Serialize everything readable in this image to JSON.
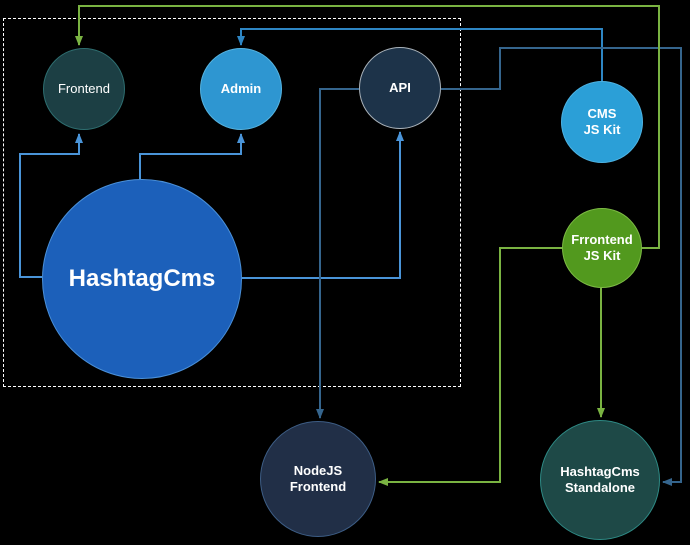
{
  "diagram": {
    "title": "HashtagCms architecture diagram",
    "background_color": "#000000",
    "boundary": {
      "style": "dashed",
      "color": "#ffffff"
    },
    "nodes": [
      {
        "id": "frontend",
        "label": "Frontend",
        "fill": "#1c3f44",
        "border": "#2e6e70",
        "text_color": "#ffffff"
      },
      {
        "id": "admin",
        "label": "Admin",
        "fill": "#2e96d1",
        "border": "#55b3e0",
        "text_color": "#ffffff"
      },
      {
        "id": "api",
        "label": "API",
        "fill": "#1d3349",
        "border": "#a9b2ba",
        "text_color": "#ffffff"
      },
      {
        "id": "cms-js-kit",
        "label": "CMS\nJS Kit",
        "fill": "#2b9fd7",
        "border": "#4db2e2",
        "text_color": "#ffffff"
      },
      {
        "id": "hashtagcms",
        "label": "HashtagCms",
        "fill": "#1c60ba",
        "border": "#4a90d9",
        "text_color": "#ffffff"
      },
      {
        "id": "frrontend-js-kit",
        "label": "Frrontend\nJS Kit",
        "fill": "#52991e",
        "border": "#7dbb45",
        "text_color": "#ffffff"
      },
      {
        "id": "nodejs-frontend",
        "label": "NodeJS\nFrontend",
        "fill": "#212f47",
        "border": "#3d5d85",
        "text_color": "#ffffff"
      },
      {
        "id": "hashtagcms-standalone",
        "label": "HashtagCms\nStandalone",
        "fill": "#1e4947",
        "border": "#2e8a85",
        "text_color": "#ffffff"
      }
    ],
    "connections": [
      {
        "from": "hashtagcms",
        "to": "frontend",
        "color": "#4a94d8"
      },
      {
        "from": "hashtagcms",
        "to": "admin",
        "color": "#4a94d8"
      },
      {
        "from": "hashtagcms",
        "to": "api",
        "color": "#4a94d8"
      },
      {
        "from": "cms-js-kit",
        "to": "admin",
        "color": "#2e86c4"
      },
      {
        "from": "api",
        "to": "nodejs-frontend",
        "color": "#35658d"
      },
      {
        "from": "api",
        "to": "hashtagcms-standalone",
        "color": "#35658d"
      },
      {
        "from": "frrontend-js-kit",
        "to": "frontend",
        "color": "#7ab342"
      },
      {
        "from": "frrontend-js-kit",
        "to": "nodejs-frontend",
        "color": "#7ab342"
      },
      {
        "from": "frrontend-js-kit",
        "to": "hashtagcms-standalone",
        "color": "#7ab342"
      }
    ]
  }
}
